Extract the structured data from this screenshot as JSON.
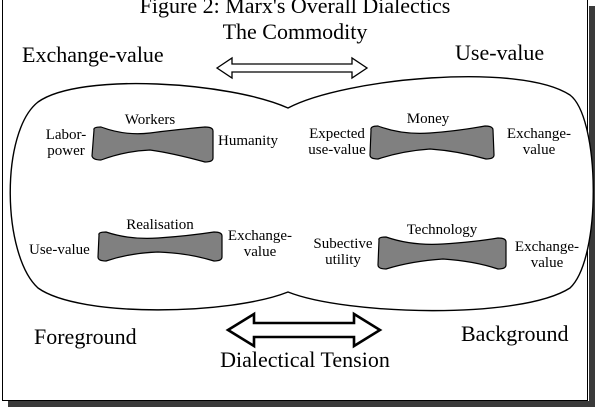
{
  "figure": {
    "title": "Figure 2: Marx's Overall Dialectics",
    "subtitle": "The Commodity",
    "corners": {
      "top_left": "Exchange-value",
      "top_right": "Use-value",
      "bottom_left": "Foreground",
      "bottom_right": "Background"
    },
    "tension_label": "Dialectical Tension",
    "pairs": [
      {
        "top": "Workers",
        "left": "Labor-\npower",
        "right": "Humanity"
      },
      {
        "top": "Money",
        "left": "Expected\nuse-value",
        "right": "Exchange-\nvalue"
      },
      {
        "top": "Realisation",
        "left": "Use-value",
        "right": "Exchange-\nvalue"
      },
      {
        "top": "Technology",
        "left": "Subective\nutility",
        "right": "Exchange-\nvalue"
      }
    ],
    "colors": {
      "outline": "#000000",
      "shadow": "#3a3a3a",
      "blob_fill": "#ffffff",
      "bone_fill": "#808080"
    }
  }
}
